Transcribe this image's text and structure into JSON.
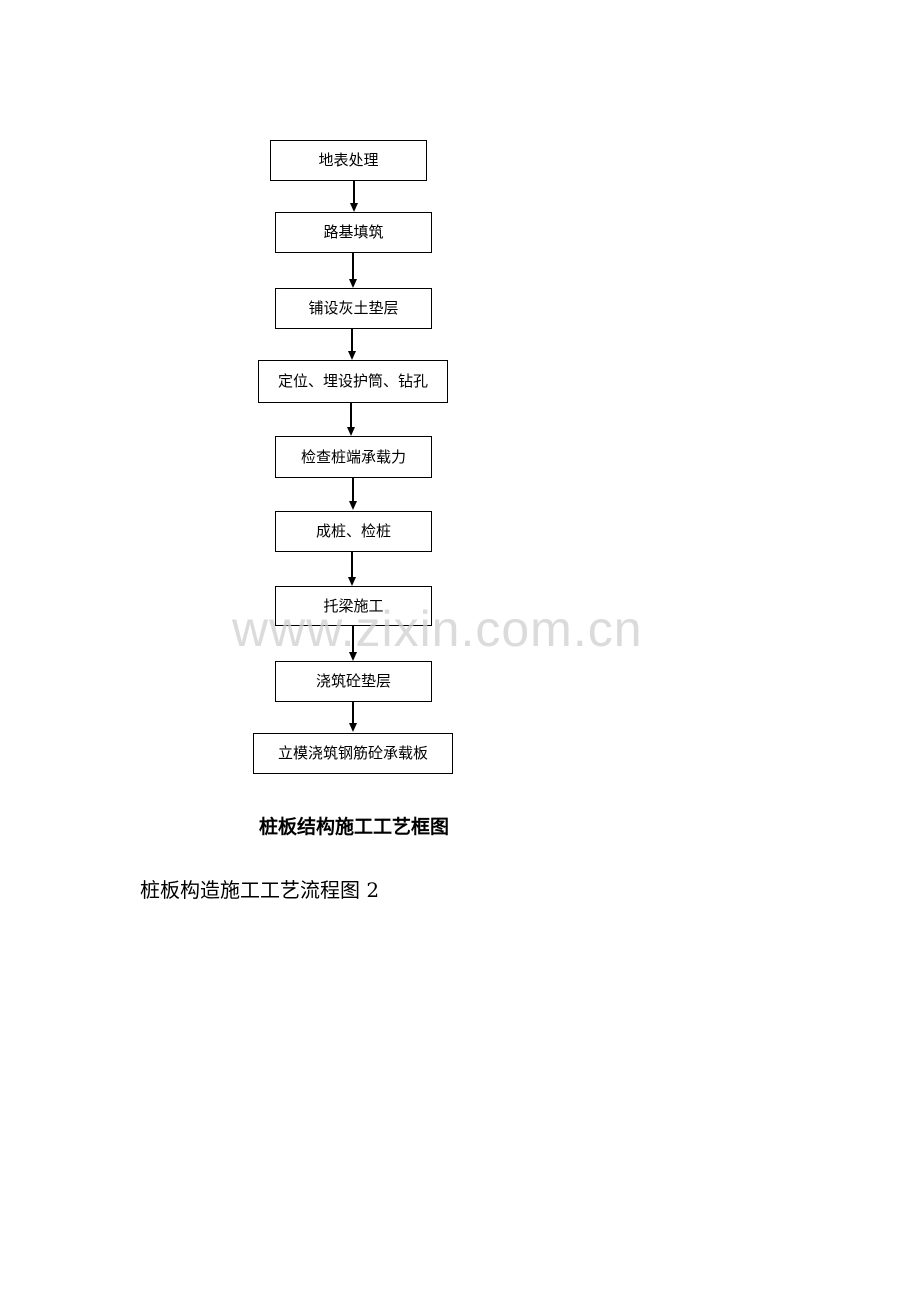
{
  "diagram": {
    "steps": [
      "地表处理",
      "路基填筑",
      "铺设灰土垫层",
      "定位、埋设护筒、钻孔",
      "检查桩端承载力",
      "成桩、检桩",
      "托梁施工",
      "浇筑砼垫层",
      "立模浇筑钢筋砼承载板"
    ],
    "caption": "桩板结构施工工艺框图"
  },
  "body_text": "桩板构造施工工艺流程图 2",
  "watermark": "www.zixin.com.cn"
}
